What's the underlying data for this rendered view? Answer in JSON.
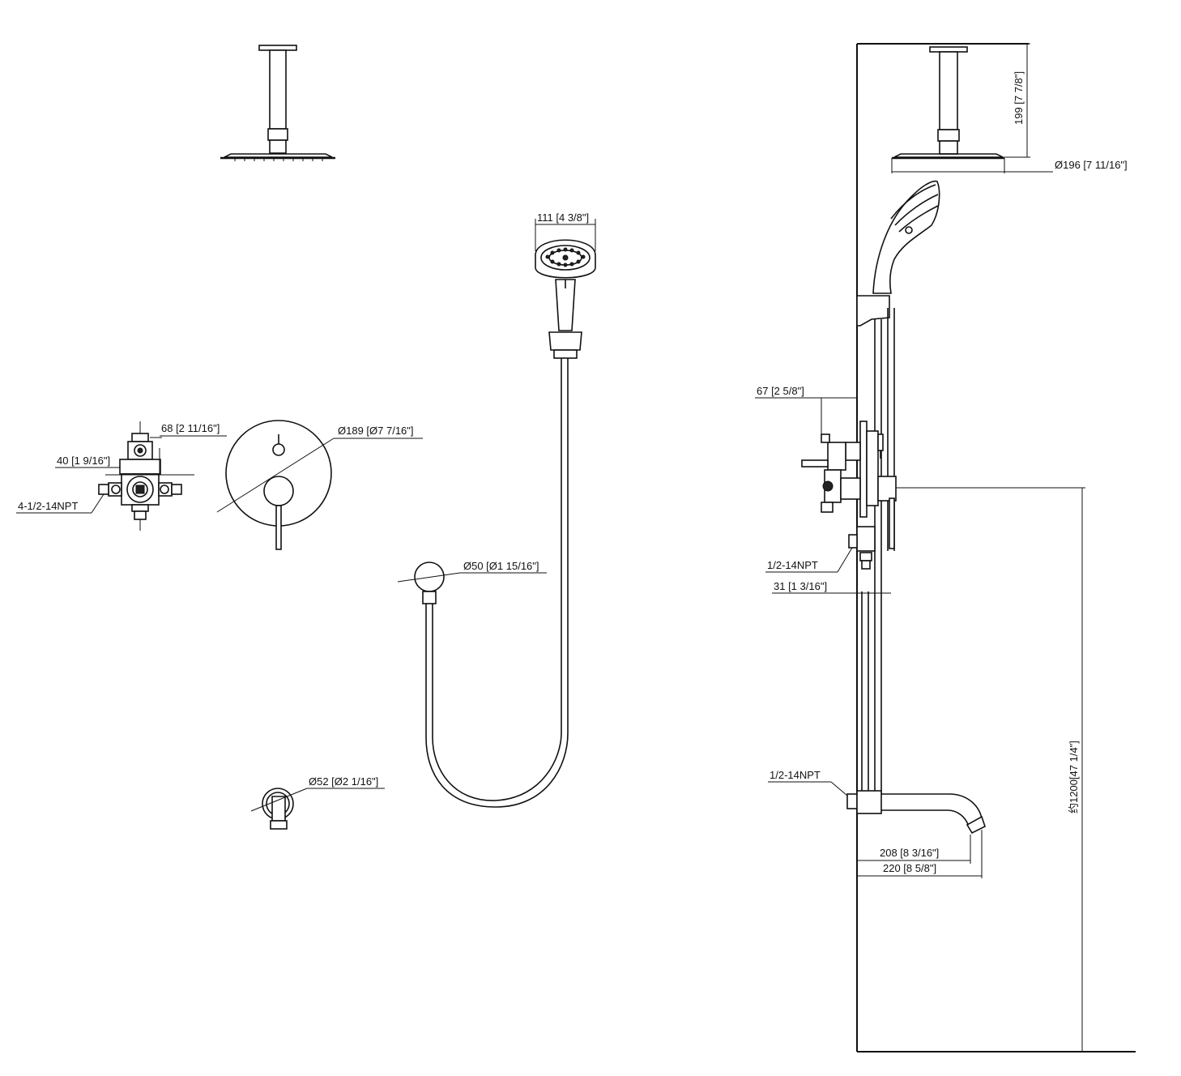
{
  "colors": {
    "line": "#111111",
    "background": "#ffffff"
  },
  "labels": {
    "valve_depth": "68 [2 11/16\"]",
    "valve_offset": "40 [1 9/16\"]",
    "valve_inlets": "4-1/2-14NPT",
    "trim_plate_diameter": "Ø189 [Ø7 7/16\"]",
    "handshower_width": "111 [4 3/8\"]",
    "supply_elbow_diameter": "Ø50 [Ø1 15/16\"]",
    "tub_spout_flange_diameter": "Ø52 [Ø2 1/16\"]",
    "arm_drop": "199 [7 7/8\"]",
    "showerhead_diameter": "Ø196 [7 11/16\"]",
    "valve_projection": "67 [2 5/8\"]",
    "upper_connection": "1/2-14NPT",
    "trim_offset": "31 [1 3/16\"]",
    "lower_connection": "1/2-14NPT",
    "total_height": "约1200[47 1/4\"]",
    "spout_reach_inner": "208 [8 3/16\"]",
    "spout_reach_outer": "220 [8 5/8\"]"
  }
}
